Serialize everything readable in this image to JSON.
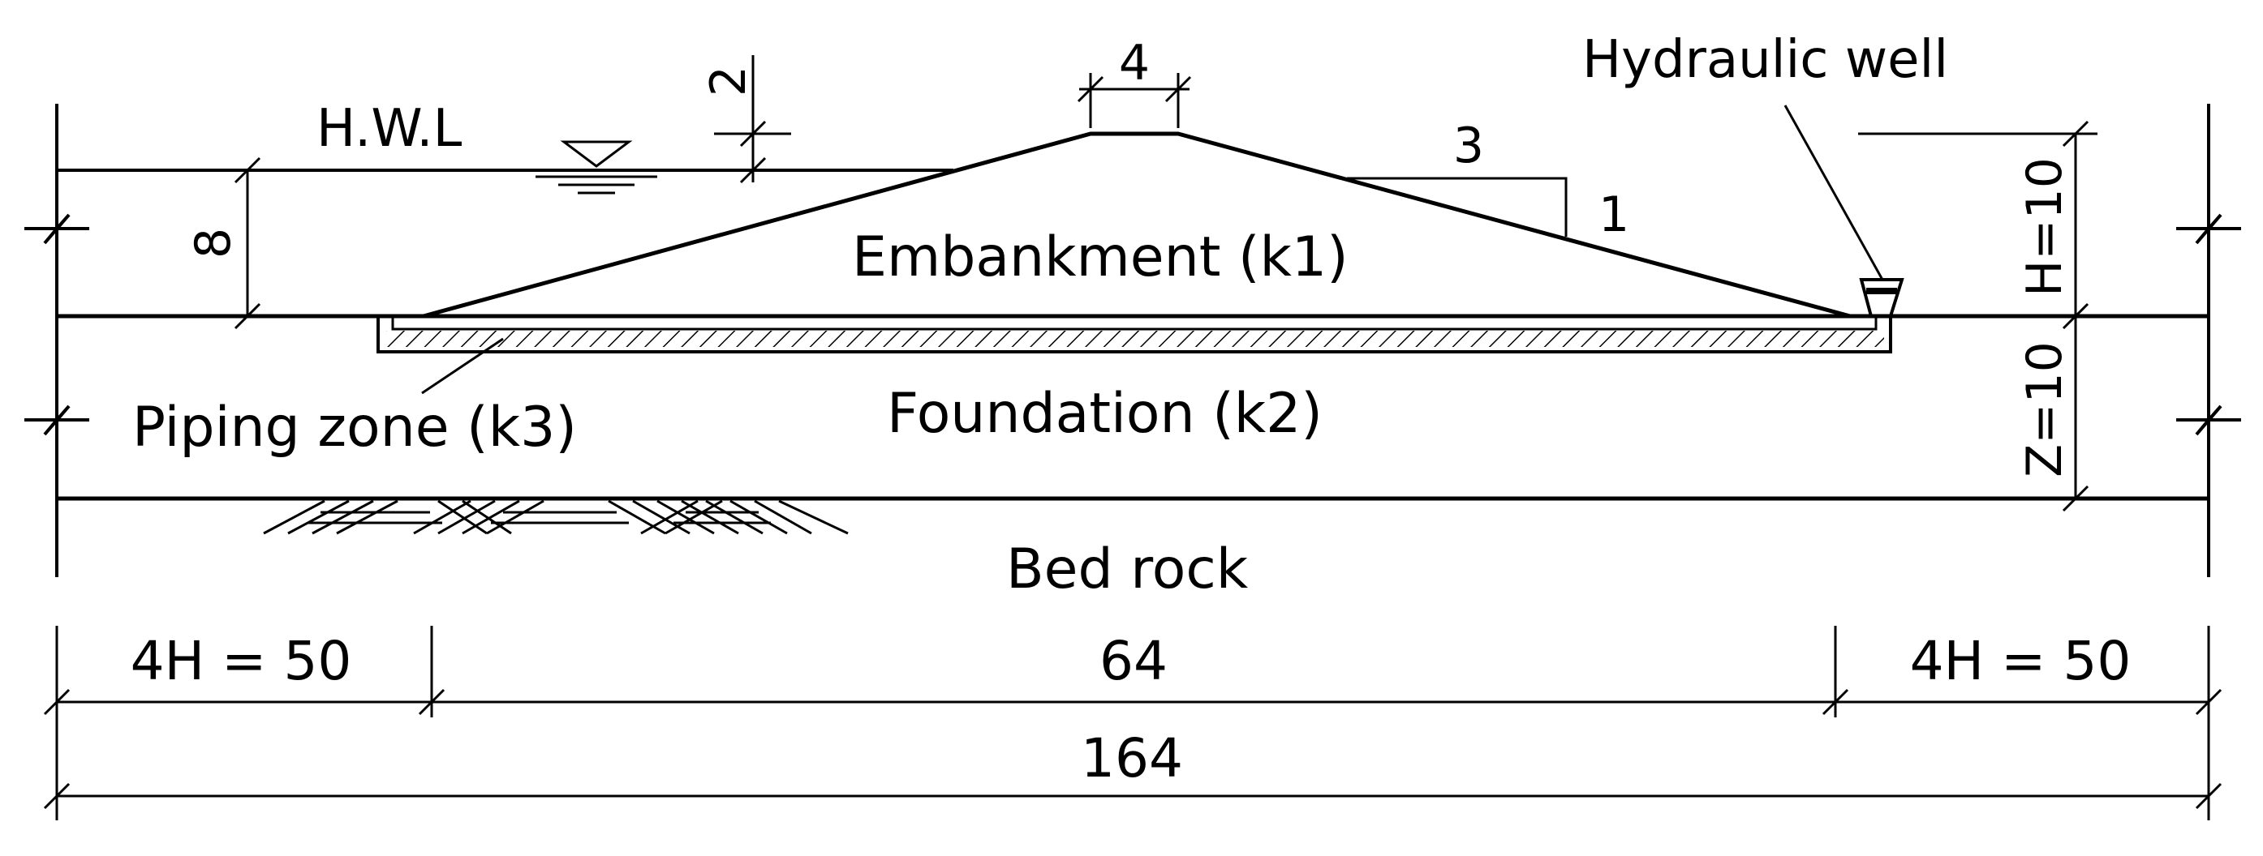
{
  "labels": {
    "hwl": "H.W.L",
    "freeboard": "2",
    "crest_width": "4",
    "slope_horizontal": "3",
    "slope_vertical": "1",
    "hydraulic_well": "Hydraulic well",
    "embankment": "Embankment (k1)",
    "foundation": "Foundation (k2)",
    "piping_zone": "Piping zone (k3)",
    "bed_rock": "Bed rock",
    "water_depth": "8",
    "embankment_height": "H=10",
    "foundation_depth": "Z=10",
    "left_length": "4H = 50",
    "middle_length": "64",
    "right_length": "4H = 50",
    "total_length": "164"
  }
}
